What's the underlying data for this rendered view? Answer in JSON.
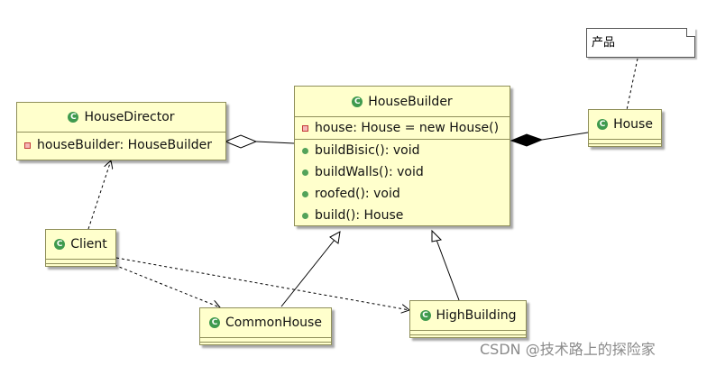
{
  "note": {
    "text": "产品"
  },
  "classes": {
    "house_director": {
      "name": "HouseDirector",
      "fields": [
        "houseBuilder: HouseBuilder"
      ]
    },
    "house_builder": {
      "name": "HouseBuilder",
      "fields": [
        "house: House = new House()"
      ],
      "methods": [
        "buildBisic(): void",
        "buildWalls(): void",
        "roofed(): void",
        "build(): House"
      ]
    },
    "house": {
      "name": "House"
    },
    "client": {
      "name": "Client"
    },
    "common_house": {
      "name": "CommonHouse"
    },
    "high_building": {
      "name": "HighBuilding"
    }
  },
  "watermark": "CSDN @技术路上的探险家",
  "icons": {
    "class_icon": "class-C-icon",
    "field_icon": "private-field-square-icon",
    "method_icon": "public-method-dot-icon"
  },
  "colors": {
    "class_fill": "#ffffcc",
    "class_border": "#8f8f5a",
    "class_icon": "#3f9a4e",
    "field_marker": "#c43a3a",
    "method_marker": "#53a35a"
  }
}
